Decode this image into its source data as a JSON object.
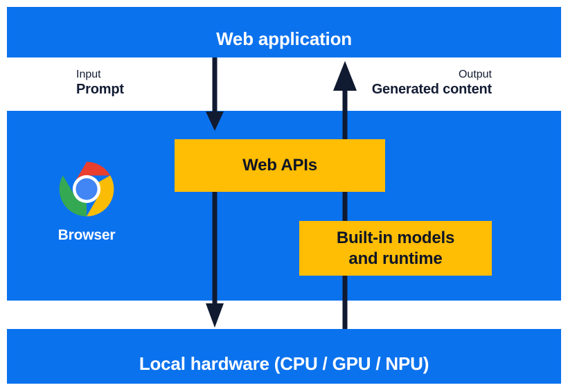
{
  "diagram": {
    "title_top": "Web application",
    "title_bottom": "Local hardware (CPU / GPU / NPU)",
    "flow": {
      "input": {
        "kind": "Input",
        "value": "Prompt"
      },
      "output": {
        "kind": "Output",
        "value": "Generated content"
      }
    },
    "browser": {
      "label": "Browser",
      "icon": "chrome-logo-icon"
    },
    "boxes": {
      "web_apis": "Web APIs",
      "builtin_line1": "Built-in models",
      "builtin_line2": "and runtime"
    },
    "arrows": {
      "down_to_web_apis": "arrow-down-prompt",
      "down_to_hardware": "arrow-down-hardware",
      "up_to_application": "arrow-up-generated-content"
    },
    "colors": {
      "band_blue": "#0b72ee",
      "box_amber": "#ffbd03",
      "text_navy": "#131c33",
      "arrow_navy": "#101a30",
      "white": "#ffffff",
      "chrome_red": "#ea3e2f",
      "chrome_yellow": "#fbbc05",
      "chrome_green": "#34a853",
      "chrome_blue": "#4285f4"
    }
  }
}
